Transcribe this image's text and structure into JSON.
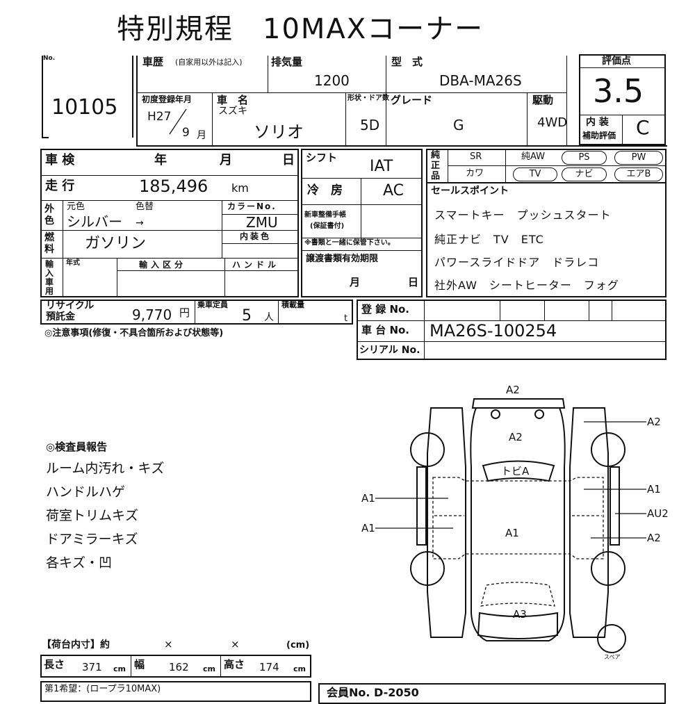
{
  "title": "特別規程　10MAXコーナー",
  "no_label": "No.",
  "lot_number": "10105",
  "history": {
    "label": "車歴",
    "note": "(自家用以外は記入)"
  },
  "displacement": {
    "label": "排気量",
    "value": "1200"
  },
  "model": {
    "label": "型　式",
    "value": "DBA-MA26S"
  },
  "score": {
    "label": "評価点",
    "value": "3.5"
  },
  "first_reg": {
    "label": "初度登録年月",
    "era": "H27",
    "month": "9",
    "month_unit": "月"
  },
  "car_name": {
    "label": "車　名",
    "maker": "スズキ",
    "value": "ソリオ"
  },
  "doors": {
    "label": "形状・ドア数",
    "value": "5D"
  },
  "grade": {
    "label": "グレード",
    "value": "G"
  },
  "drive": {
    "label": "駆動",
    "value": "4WD"
  },
  "interior_score": {
    "label1": "内 装",
    "label2": "補助評価",
    "value": "C"
  },
  "inspection": {
    "label": "車 検",
    "year": "年",
    "month": "月",
    "day": "日"
  },
  "shift": {
    "label": "シフト",
    "value": "IAT"
  },
  "equipment": {
    "label": "純正品",
    "row1": [
      "SR",
      "純AW",
      "PS",
      "PW"
    ],
    "row2": [
      "カワ",
      "TV",
      "ナビ",
      "エアB"
    ]
  },
  "mileage": {
    "label": "走 行",
    "value": "185,496",
    "unit": "km"
  },
  "ac": {
    "label": "冷　房",
    "value": "AC"
  },
  "sales_points": {
    "label": "セールスポイント",
    "lines": [
      "スマートキー　プッシュスタート",
      "純正ナビ　TV　ETC",
      "パワースライドドア　ドラレコ",
      "社外AW　シートヒーター　フォグ"
    ]
  },
  "color": {
    "label": "外色",
    "orig_label": "元色",
    "change_label": "色替",
    "value": "シルバー",
    "arrow": "→",
    "code_label": "カラーNo.",
    "code": "ZMU"
  },
  "maintenance": {
    "label1": "新車整備手帳",
    "label2": "(保証書付)",
    "note": "※書類と一緒に保管下さい。"
  },
  "fuel": {
    "label": "燃料",
    "value": "ガソリン",
    "interior_color_label": "内装色"
  },
  "import": {
    "label": "輸入車用",
    "year_label": "年式",
    "type_label": "輸入区分",
    "handle_label": "ハンドル"
  },
  "transfer": {
    "label": "譲渡書類有効期限",
    "month": "月",
    "day": "日"
  },
  "recycle": {
    "label1": "リサイクル",
    "label2": "預託金",
    "value": "9,770",
    "unit": "円"
  },
  "capacity": {
    "label": "乗車定員",
    "value": "5",
    "unit": "人"
  },
  "load": {
    "label": "積載量",
    "unit": "t"
  },
  "registration_no": {
    "label": "登 録 No."
  },
  "chassis_no": {
    "label": "車 台 No.",
    "value": "MA26S-100254"
  },
  "serial_no": {
    "label": "シリアル No."
  },
  "notes_label": "◎注意事項(修復・不具合箇所および状態等)",
  "inspector_report": {
    "label": "◎検査員報告",
    "lines": [
      "ルーム内汚れ・キズ",
      "ハンドルハゲ",
      "荷室トリムキズ",
      "ドアミラーキズ",
      "各キズ・凹"
    ]
  },
  "diagram_labels": {
    "top": "A2",
    "hood": "A2",
    "roof": "トビA",
    "center": "A1",
    "trunk": "A3",
    "left_front": "A1",
    "left_rear": "A1",
    "right_fender": "A2",
    "right_front": "A1",
    "right_rear": "AU2",
    "right_quarter": "A2",
    "spare": "スペア"
  },
  "cargo": {
    "label": "【荷台内寸】約",
    "x1": "×",
    "x2": "×",
    "unit_label": "(cm)",
    "length_label": "長さ",
    "length": "371",
    "width_label": "幅",
    "width": "162",
    "height_label": "高さ",
    "height": "174",
    "cm": "cm"
  },
  "first_choice": "第1希望：(ロープラ10MAX)",
  "member_no": "会員No. D-2050"
}
